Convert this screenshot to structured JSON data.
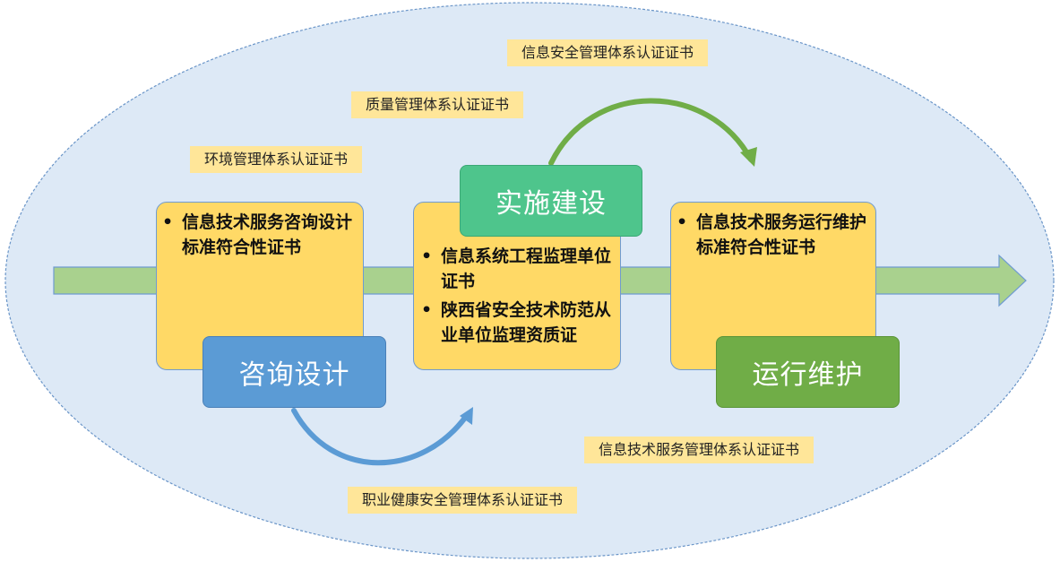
{
  "certificates": {
    "info_security": "信息安全管理体系认证证书",
    "quality": "质量管理体系认证证书",
    "environment": "环境管理体系认证证书",
    "it_service": "信息技术服务管理体系认证证书",
    "occupational_health": "职业健康安全管理体系认证证书"
  },
  "cards": {
    "consulting": {
      "items": [
        "信息技术服务咨询设计标准符合性证书"
      ]
    },
    "construction": {
      "items": [
        "信息系统工程监理单位证书",
        "陕西省安全技术防范从业单位监理资质证"
      ]
    },
    "operations": {
      "items": [
        "信息技术服务运行维护标准符合性证书"
      ]
    }
  },
  "phases": {
    "consulting": "咨询设计",
    "construction": "实施建设",
    "operations": "运行维护"
  },
  "bullet_char": "•",
  "colors": {
    "ellipse_fill": "#dde9f6",
    "ellipse_stroke": "#6a95c8",
    "main_arrow": "#a9d18e",
    "card_fill": "#ffd966",
    "label_fill": "#ffe699",
    "consulting_phase": "#5b9bd5",
    "construction_phase": "#4ec58c",
    "operations_phase": "#70ad47",
    "blue_arrow": "#5b9bd5",
    "green_arrow": "#70ad47"
  }
}
